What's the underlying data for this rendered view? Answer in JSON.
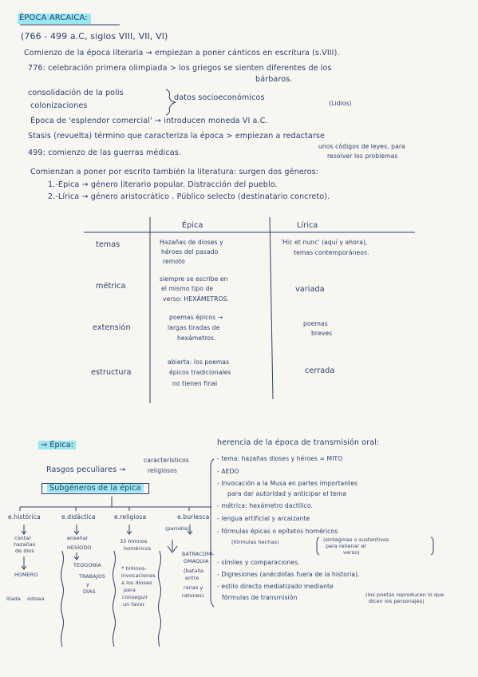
{
  "header": {
    "title": "ÉPOCA ARCAICA:",
    "subtitle": "(766 - 499 a.C, siglos VIII, VII, VI)"
  },
  "intro": {
    "l1": "Comienzo de la época literaria → empiezan a poner cánticos en escritura (s.VIII).",
    "l2a": "776: celebración primera olimpiada > los griegos se sienten diferentes de los",
    "l2b": "bárbaros.",
    "l3a": "consolidación de la polis",
    "l3b": "colonizaciones",
    "l3c": "datos socioeconómicos",
    "l4note": "(Lidios)",
    "l4": "Época de 'esplendor comercial' → introducen moneda  VI a.C.",
    "l5a": "Stasis (revuelta) término que caracteriza la época > empiezan a redactarse",
    "l5b": "unos códigos de leyes, para",
    "l5c": "resolver los problemas",
    "l6": "499: comienzo de las guerras médicas.",
    "l7": "Comienzan a poner por escrito también la literatura: surgen dos géneros:",
    "l8": "1.-Épica  → género literario popular. Distracción del pueblo.",
    "l9": "2.-Lírica  → género aristocrático . Público selecto (destinatario concreto)."
  },
  "table": {
    "col_epica": "Épica",
    "col_lirica": "Lírica",
    "rows": [
      {
        "label": "temas",
        "epica": [
          "Hazañas de dioses y",
          "héroes del pasado",
          "remoto"
        ],
        "lirica": [
          "'Hic et nunc' (aquí y ahora),",
          "temas contemporáneos."
        ]
      },
      {
        "label": "métrica",
        "epica": [
          "siempre se escribe en",
          "el mismo tipo de",
          "verso: HEXÁMETROS."
        ],
        "lirica": [
          "variada"
        ]
      },
      {
        "label": "extensión",
        "epica": [
          "poemas épicos →",
          "largas tiradas de",
          "hexámetros."
        ],
        "lirica": [
          "poemas",
          "breves"
        ]
      },
      {
        "label": "estructura",
        "epica": [
          "abierta: los poemas",
          "épicos tradicionales",
          "no tienen final"
        ],
        "lirica": [
          "cerrada"
        ]
      }
    ]
  },
  "epica_section": {
    "heading": "→ Épica:",
    "rasgos": "Rasgos peculiares →",
    "caracteristicos": "característicos",
    "religiosos": "religiosos",
    "subgeneros": "Subgéneros de la épica",
    "sub": [
      {
        "name": "e.histórica",
        "items": [
          "contar",
          "hazañas",
          "de dios"
        ]
      },
      {
        "name": "e.didáctica",
        "items": [
          "enseñar",
          "HESÍODO"
        ]
      },
      {
        "name": "e.religiosa",
        "items": [
          "33 himnos",
          "homéricos"
        ]
      },
      {
        "name": "e.burlesca",
        "items": [
          "parodia"
        ]
      }
    ],
    "homero": "HOMERO",
    "iliada": "Ilíada",
    "odisea": "odisea",
    "teogonia": "TEOGONÍA",
    "trabajos": "TRABAJOS",
    "y": "y",
    "dias": "DÍAS",
    "himnos_desc": [
      "* himnos-",
      "invocaciones",
      "a los dioses",
      "para",
      "conseguir",
      "un favor"
    ],
    "parodia": "(parodia)",
    "batraco": [
      "BATRACOMI-",
      "OMAQUIA",
      "(batalla",
      "entre",
      "ranas y",
      "ratones)"
    ]
  },
  "heritage": {
    "heading": "herencia de la época de transmisión oral:",
    "items": [
      "- tema: hazañas dioses y héroes = MITO",
      "- AEDO",
      "- Invocación a la Musa en partes importantes",
      "para dar autoridad y anticipar el tema",
      "- métrica: hexámetro dactílico.",
      "- lengua artificial y arcaizante",
      "- fórmulas épicas o epítetos homéricos",
      "- símiles y comparaciones.",
      "- Digresiones (anécdotas fuera de la historia).",
      "- estilo directo mediatizado mediante",
      "fórmulas de transmisión"
    ],
    "formulas_note": "(fórmulas hechas)",
    "sintagmas_note": [
      "(sintagmas o sustantivos",
      "para rellenar el",
      "verso)"
    ],
    "transmision_note": [
      "(los poetas reproducen lo que",
      "dicen los personajes)"
    ]
  }
}
